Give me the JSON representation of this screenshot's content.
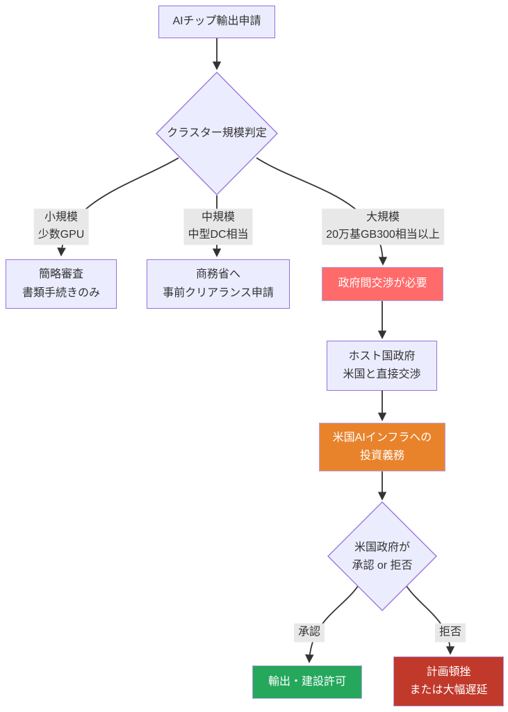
{
  "flowchart": {
    "nodes": {
      "start": {
        "label": "AIチップ輸出申請"
      },
      "cluster_size": {
        "label": "クラスター規模判定"
      },
      "simplified_review": {
        "label": "簡略審査\n書類手続きのみ"
      },
      "commerce_clearance": {
        "label": "商務省へ\n事前クリアランス申請"
      },
      "gov_negotiation": {
        "label": "政府間交渉が必要"
      },
      "host_government": {
        "label": "ホスト国政府\n米国と直接交渉"
      },
      "investment_obligation": {
        "label": "米国AIインフラへの\n投資義務"
      },
      "us_decision": {
        "label": "米国政府が\n承認 or 拒否"
      },
      "approved": {
        "label": "輸出・建設許可"
      },
      "rejected": {
        "label": "計画頓挫\nまたは大幅遅延"
      }
    },
    "edges": [
      {
        "from": "start",
        "to": "cluster_size",
        "label": ""
      },
      {
        "from": "cluster_size",
        "to": "simplified_review",
        "label": "小規模\n少数GPU"
      },
      {
        "from": "cluster_size",
        "to": "commerce_clearance",
        "label": "中規模\n中型DC相当"
      },
      {
        "from": "cluster_size",
        "to": "gov_negotiation",
        "label": "大規模\n20万基GB300相当以上"
      },
      {
        "from": "gov_negotiation",
        "to": "host_government",
        "label": ""
      },
      {
        "from": "host_government",
        "to": "investment_obligation",
        "label": ""
      },
      {
        "from": "investment_obligation",
        "to": "us_decision",
        "label": ""
      },
      {
        "from": "us_decision",
        "to": "approved",
        "label": "承認"
      },
      {
        "from": "us_decision",
        "to": "rejected",
        "label": "拒否"
      }
    ],
    "colors": {
      "node_fill": "#ECECFF",
      "node_border": "#9370DB",
      "alert_salmon": "#FF6B6B",
      "warning_orange": "#E8832C",
      "success_green": "#25A75C",
      "danger_dark_red": "#C0392B",
      "colored_node_border": "#B3A3E6",
      "edge_line": "#333333",
      "edge_label_bg": "#E8E8E8",
      "text": "#333333"
    }
  }
}
